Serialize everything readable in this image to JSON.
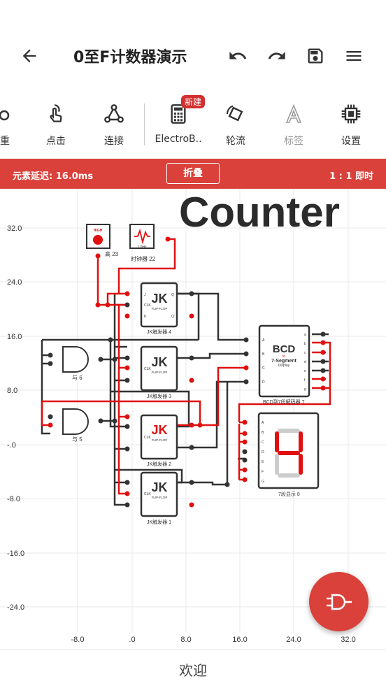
{
  "appbar": {
    "title": "0至F计数器演示",
    "back_icon": "arrow-left-icon",
    "undo_icon": "undo-icon",
    "redo_icon": "redo-icon",
    "save_icon": "save-icon",
    "menu_icon": "menu-icon"
  },
  "toolbar": {
    "items": [
      {
        "label": "重",
        "icon": "trash-icon"
      },
      {
        "label": "点击",
        "icon": "tap-icon"
      },
      {
        "label": "连接",
        "icon": "connect-icon"
      },
      {
        "label": "ElectroB..",
        "icon": "calculator-icon",
        "badge": "新建"
      },
      {
        "label": "轮流",
        "icon": "rotate-icon"
      },
      {
        "label": "标签",
        "icon": "text-icon"
      },
      {
        "label": "设置",
        "icon": "chip-icon"
      }
    ]
  },
  "status": {
    "delay": "元素延迟: 16.0ms",
    "fold": "折叠",
    "speed": "1 : 1 即时"
  },
  "canvas": {
    "heading": "Counter",
    "y_ticks": [
      "32.0",
      "24.0",
      "16.0",
      "8.0",
      "-.0",
      "-8.0",
      "-16.0",
      "-24.0"
    ],
    "x_ticks": [
      "-8.0",
      ".0",
      "8.0",
      "16.0",
      "24.0",
      "32.0"
    ],
    "components": {
      "high_label": "HIGH",
      "high_name": "高 23",
      "clock_label": "1.0Hz",
      "clock_name": "时钟器 22",
      "and6": "与 6",
      "and5": "与 5",
      "jk_title": "JK",
      "jk_sub": "FLIP-FLOP",
      "jk4": "JK触发器 4",
      "jk3": "JK触发器 3",
      "jk2": "JK触发器 2",
      "jk1": "JK触发器 1",
      "bcd_title": "BCD",
      "bcd_to": "to",
      "bcd_sub": "7-Segment",
      "bcd_disp": "Display",
      "bcd_name": "BCD到7段解码器 7",
      "seg_name": "7段显示 8",
      "pin_j": "J",
      "pin_clk": "CLK",
      "pin_k": "K",
      "pin_q": "Q",
      "pin_qn": "Q'",
      "bcd_in": [
        "A",
        "B",
        "C",
        "D"
      ],
      "bcd_out": [
        "a",
        "b",
        "c",
        "d",
        "e",
        "f",
        "g"
      ],
      "seg_in": [
        "A",
        "B",
        "C",
        "D",
        "E",
        "F",
        "G"
      ]
    }
  },
  "bottom": {
    "welcome": "欢迎"
  },
  "fab": {
    "icon": "logic-gate-icon"
  },
  "colors": {
    "accent": "#d9413a",
    "wire_on": "#e01010",
    "wire_off": "#333333",
    "grid": "#e8e8e8"
  }
}
